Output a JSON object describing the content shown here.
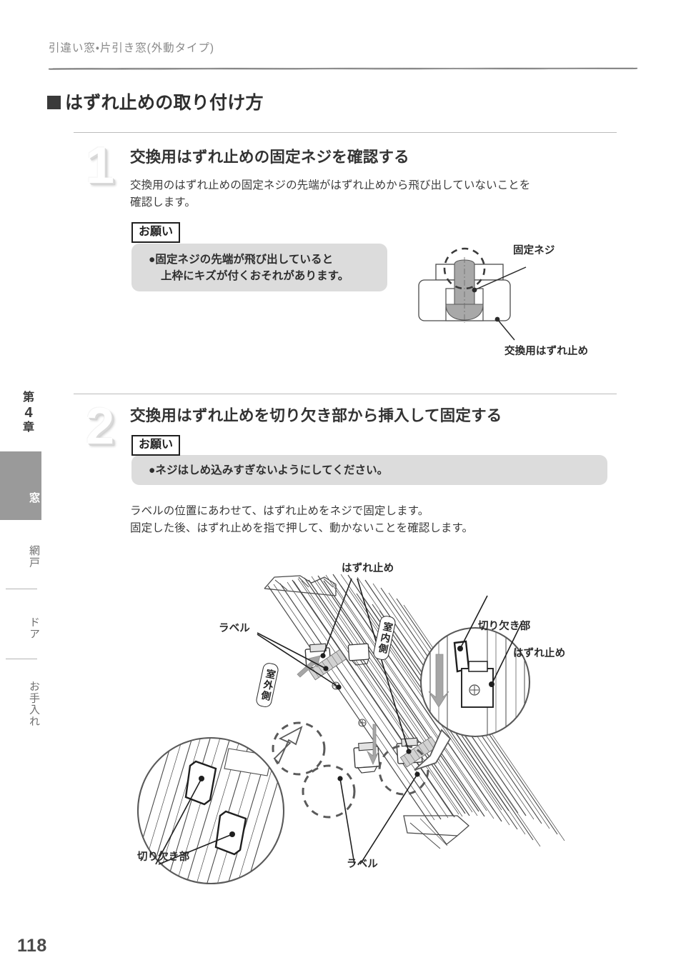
{
  "header": {
    "running_title": "引違い窓・片引き窓(外動タイプ)"
  },
  "section": {
    "title": "はずれ止めの取り付け方",
    "bullet_icon": "filled-square-icon"
  },
  "steps": [
    {
      "number": "1",
      "heading": "交換用はずれ止めの固定ネジを確認する",
      "body_line1": "交換用のはずれ止めの固定ネジの先端がはずれ止めから飛び出していないことを",
      "body_line2": "確認します。",
      "note": {
        "tag": "お願い",
        "bullet": "●",
        "line1": "固定ネジの先端が飛び出していると",
        "line2": "上枠にキズが付くおそれがあります。"
      },
      "figure": {
        "name": "screw-detail-figure",
        "labels": {
          "screw": "固定ネジ",
          "stopper": "交換用はずれ止め"
        }
      }
    },
    {
      "number": "2",
      "heading": "交換用はずれ止めを切り欠き部から挿入して固定する",
      "note": {
        "tag": "お願い",
        "bullet": "●",
        "line1": "ネジはしめ込みすぎないようにしてください。"
      },
      "body_line1": "ラベルの位置にあわせて、はずれ止めをネジで固定します。",
      "body_line2": "固定した後、はずれ止めを指で押して、動かないことを確認します。",
      "figure": {
        "name": "sash-rail-figure",
        "labels": {
          "stopper_top": "はずれ止め",
          "label_left": "ラベル",
          "indoor_side": "室内側",
          "outdoor_side": "室外側",
          "notch_right": "切り欠き部",
          "stopper_right": "はずれ止め",
          "notch_bottom_left": "切り欠き部",
          "label_bottom": "ラベル"
        }
      }
    }
  ],
  "sidebar": {
    "chapter_prefix": "第",
    "chapter_number": "4",
    "chapter_suffix": "章",
    "tabs": [
      {
        "label": "窓",
        "active": true
      },
      {
        "label": "網戸",
        "active": false
      },
      {
        "label": "ドア",
        "active": false
      },
      {
        "label": "お手入れ",
        "active": false
      }
    ]
  },
  "footer": {
    "page_number": "118"
  },
  "colors": {
    "note_background": "#dcdcdc",
    "active_tab_background": "#9a9a9a",
    "text": "#3b3b3b",
    "muted_text": "#8a8a8a",
    "rule": "#bcbcbc"
  }
}
